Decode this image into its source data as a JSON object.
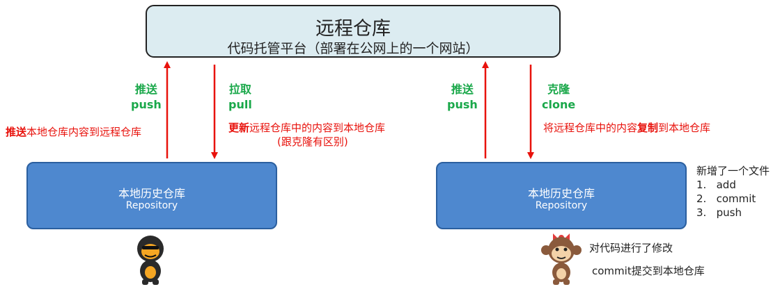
{
  "remote": {
    "title": "远程仓库",
    "subtitle": "代码托管平台（部署在公网上的一个网站）"
  },
  "left": {
    "local_title": "本地历史仓库",
    "local_subtitle": "Repository",
    "push_label_cn": "推送",
    "push_label_en": "push",
    "pull_label_cn": "拉取",
    "pull_label_en": "pull",
    "push_desc_bold": "推送",
    "push_desc_rest": "本地仓库内容到远程仓库",
    "pull_desc_bold": "更新",
    "pull_desc_rest": "远程仓库中的内容到本地仓库",
    "pull_desc_note": "(跟克隆有区别)"
  },
  "right": {
    "local_title": "本地历史仓库",
    "local_subtitle": "Repository",
    "push_label_cn": "推送",
    "push_label_en": "push",
    "clone_label_cn": "克隆",
    "clone_label_en": "clone",
    "clone_desc_pre": "将远程仓库中的内容",
    "clone_desc_bold": "复制",
    "clone_desc_post": "到本地仓库",
    "steps_title": "新增了一个文件",
    "steps": [
      "1.   add",
      "2.   commit",
      "3.   push"
    ],
    "note_edit": "对代码进行了修改",
    "note_commit": "commit提交到本地仓库"
  },
  "colors": {
    "arrow": "#e8120c",
    "label_green": "#1aa84a",
    "local_box": "#4e88cf",
    "remote_box": "#dcecf1"
  },
  "icons": [
    "gorilla-mascot-icon",
    "monkey-mascot-icon"
  ]
}
